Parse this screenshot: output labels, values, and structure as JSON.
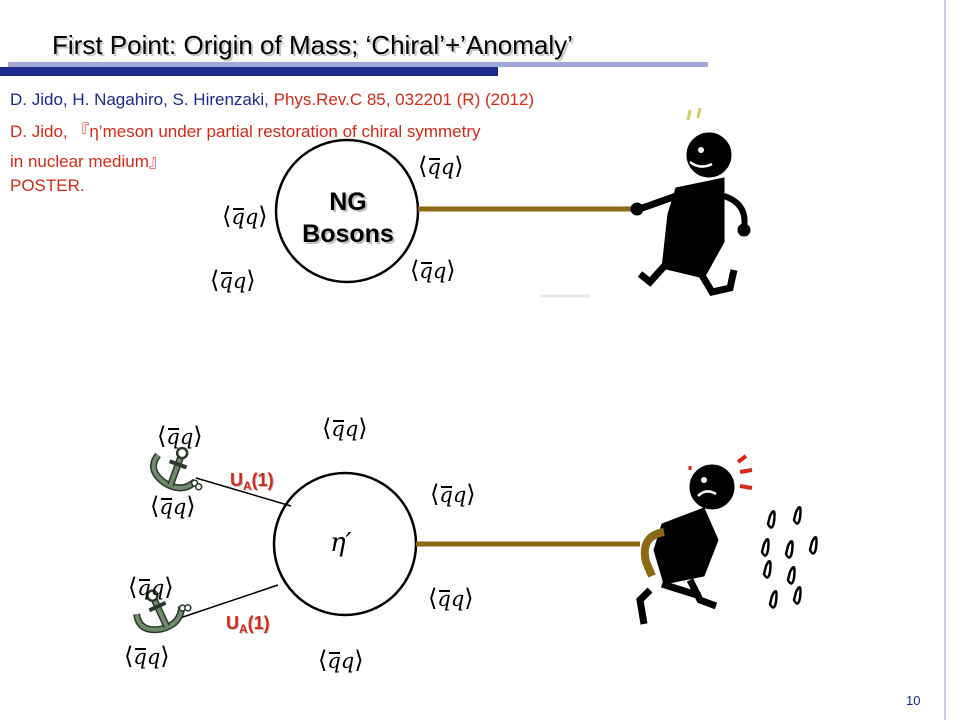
{
  "title": "First Point: Origin of Mass;  ‘Chiral’+’Anomaly’",
  "reference": {
    "line1_authors": "D. Jido, H. Nagahiro, S. Hirenzaki,",
    "line1_journal": " Phys.Rev.C 85, 032201 (R) (2012)",
    "line2": "D. Jido,  『η’meson under partial restoration of chiral   symmetry",
    "line3": "in nuclear medium』",
    "line4": "POSTER."
  },
  "condensate": {
    "q": "q",
    "q2": "q"
  },
  "diagram_top": {
    "label_line1": "NG",
    "label_line2": "Bosons"
  },
  "diagram_bottom": {
    "label": "η′",
    "ua_upper": {
      "main": "U",
      "sub": "A",
      "tail": "(1)"
    },
    "ua_lower": {
      "main": "U",
      "sub": "A",
      "tail": "(1)"
    }
  },
  "page_number": "10",
  "colors": {
    "title_bar": "#1c2a8c",
    "rope": "#8b6914",
    "reference_red": "#d42a1a",
    "anchor": "#6f8a6a"
  }
}
